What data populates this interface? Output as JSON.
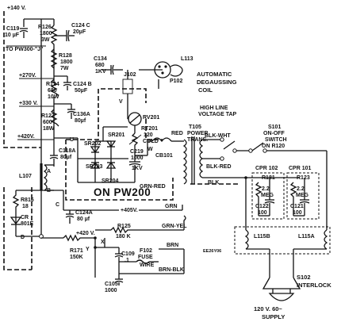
{
  "rails": {
    "v140": "+140 V.",
    "to_pw300": "TO PW300-\"J\"",
    "v270": "+270V.",
    "v330": "+330 V.",
    "v420": "+420V.",
    "v405": "+405V.",
    "v420_low": "+420 V."
  },
  "components": {
    "c119": [
      "C119",
      "10 µF"
    ],
    "r126": [
      "R126",
      "1800",
      "3W"
    ],
    "c124c": [
      "C124 C",
      "20µF"
    ],
    "r128": [
      "R128",
      "1800",
      "7W"
    ],
    "r124": [
      "R124",
      "680",
      "10W"
    ],
    "c124b": [
      "C124 B",
      "50µF"
    ],
    "r127": [
      "R127",
      "600",
      "18W"
    ],
    "c136a": [
      "C136A",
      "80µf"
    ],
    "c118a": [
      "C118A",
      "80µf"
    ],
    "l107": "L107",
    "r816": [
      "R816",
      "18"
    ],
    "cr801e": [
      "CR",
      "801E"
    ],
    "c124a": [
      "C124A",
      "80 µf"
    ],
    "r171": [
      "R171",
      "150K"
    ],
    "r125": [
      "R125",
      "180 K"
    ],
    "c109": [
      "C109",
      ".1"
    ],
    "c105": [
      "C105",
      "1000"
    ],
    "f102": [
      "F102",
      "FUSE",
      "WIRE"
    ],
    "c134": [
      "C134",
      "680",
      "1KV"
    ],
    "j102": "J102",
    "l113": "L113",
    "p102": "P102",
    "rv201": "RV201",
    "rt201": [
      "RT201",
      "120",
      "COLD"
    ],
    "c219": [
      "C219",
      "1000",
      "1KV"
    ],
    "cb101": "CB101",
    "sr201": "SR201",
    "sr202": "SR202",
    "sr203": "SR203",
    "sr204": "SR204",
    "t105": [
      "T105",
      "POWER",
      "TRANS."
    ],
    "s101": [
      "S101",
      "ON-OFF",
      "SWITCH",
      "ON R120"
    ],
    "cpr102": "CPR 102",
    "cpr101": "CPR 101",
    "r181": [
      "R181",
      "2.2",
      "MEG"
    ],
    "r123": [
      "R123",
      "2.2",
      "MEG"
    ],
    "c122": [
      "C122",
      "100"
    ],
    "c121": [
      "C121",
      "100"
    ],
    "l115b": "L115B",
    "l115a": "L115A",
    "s102": [
      "S102",
      "INTERLOCK"
    ]
  },
  "labels": {
    "degauss": [
      "AUTOMATIC",
      "DEGAUSSING",
      "COIL"
    ],
    "high_line": [
      "HIGH LINE",
      "VOLTAGE TAP"
    ],
    "on_pw200": "ON PW200",
    "supply": [
      "120 V. 60~",
      "SUPPLY"
    ],
    "stamp": "EE26Y06"
  },
  "wires": {
    "red": "RED",
    "blk_wht": "BLK-WHT",
    "blk_red": "BLK-RED",
    "blk": "BLK",
    "grn_red": "GRN-RED",
    "grn": "GRN",
    "grn_yel": "GRN-YEL",
    "brn": "BRN",
    "brn_blk": "BRN-BLK"
  },
  "nodes": {
    "a": "A",
    "b": "B",
    "c": "C",
    "d": "D",
    "u": "U",
    "w": "W",
    "v": "V",
    "x": "X",
    "y": "Y"
  }
}
